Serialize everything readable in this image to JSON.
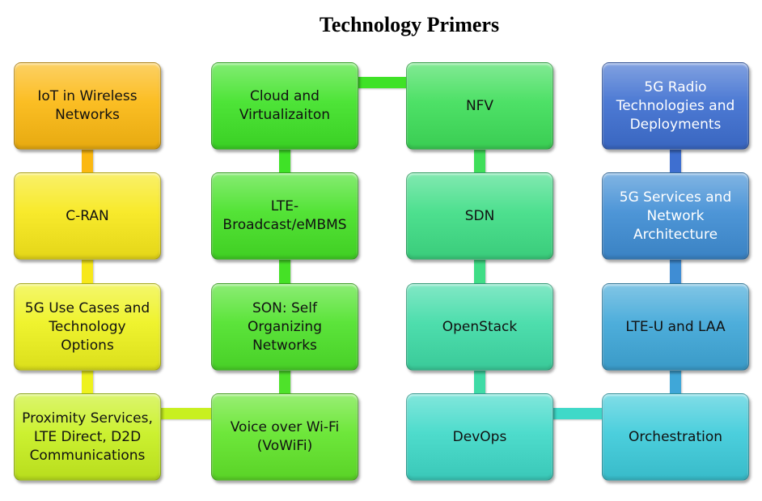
{
  "title": "Technology Primers",
  "colors": {
    "orange": "#FBB811",
    "yellow": "#F5EE1A",
    "yellow_green": "#C8F020",
    "green": "#43E025",
    "teal": "#3FD8B3",
    "cyan": "#3AD4D8",
    "blue_dark": "#3E6FD0",
    "blue_mid": "#3FA3D6"
  },
  "boxes": [
    {
      "id": "iot",
      "label": "IoT in Wireless Networks",
      "color": "#FBB811"
    },
    {
      "id": "cran",
      "label": "C-RAN",
      "color": "#F7E81A"
    },
    {
      "id": "5g-use-cases",
      "label": "5G Use Cases and Technology Options",
      "color": "#EEF21D"
    },
    {
      "id": "proximity",
      "label": "Proximity Services, LTE Direct, D2D Communications",
      "color": "#C8F020"
    },
    {
      "id": "cloud",
      "label": "Cloud and Virtualizaiton",
      "color": "#3FE227"
    },
    {
      "id": "lte-broadcast",
      "label": "LTE-Broadcast/eMBMS",
      "color": "#45E126"
    },
    {
      "id": "son",
      "label": "SON: Self Organizing Networks",
      "color": "#4EE22A"
    },
    {
      "id": "vowifi",
      "label": "Voice over Wi-Fi (VoWiFi)",
      "color": "#62E52A"
    },
    {
      "id": "nfv",
      "label": "NFV",
      "color": "#3FDE5A"
    },
    {
      "id": "sdn",
      "label": "SDN",
      "color": "#3FDD86"
    },
    {
      "id": "openstack",
      "label": "OpenStack",
      "color": "#3FDBA6"
    },
    {
      "id": "devops",
      "label": "DevOps",
      "color": "#3FD9C8"
    },
    {
      "id": "5g-radio",
      "label": "5G Radio Technologies and Deployments",
      "color": "#3E6FD0"
    },
    {
      "id": "5g-services",
      "label": "5G Services and Network Architecture",
      "color": "#3F8DD4"
    },
    {
      "id": "lte-u",
      "label": "LTE-U and LAA",
      "color": "#3FA7D8"
    },
    {
      "id": "orchestration",
      "label": "Orchestration",
      "color": "#3DCBDA"
    }
  ]
}
